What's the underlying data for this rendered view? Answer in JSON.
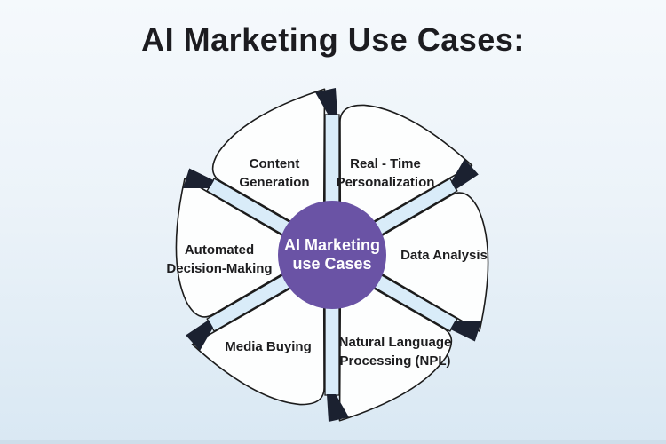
{
  "title": "AI Marketing Use Cases:",
  "center": {
    "line1": "AI Marketing",
    "line2": "use Cases"
  },
  "petals": [
    {
      "id": "content-generation",
      "line1": "Content",
      "line2": "Generation"
    },
    {
      "id": "real-time-personalization",
      "line1": "Real - Time",
      "line2": "Personalization"
    },
    {
      "id": "data-analysis",
      "line1": "Data Analysis"
    },
    {
      "id": "natural-language-processing",
      "line1": "Natural Language",
      "line2": "Processing (NPL)"
    },
    {
      "id": "media-buying",
      "line1": "Media Buying"
    },
    {
      "id": "automated-decision-making",
      "line1": "Automated",
      "line2": "Decision-Making"
    }
  ],
  "colors": {
    "background_top": "#f5f9fc",
    "background_bottom": "#d9e8f3",
    "petal_fill": "#fdfefe",
    "outline": "#1c1c1c",
    "channel_fill": "#d9ecf9",
    "arrow_dark": "#1b2130",
    "circle_fill": "#6a53a5",
    "circle_text": "#ffffff",
    "label_color": "#1d1d1f",
    "title_color": "#1c1c20"
  }
}
